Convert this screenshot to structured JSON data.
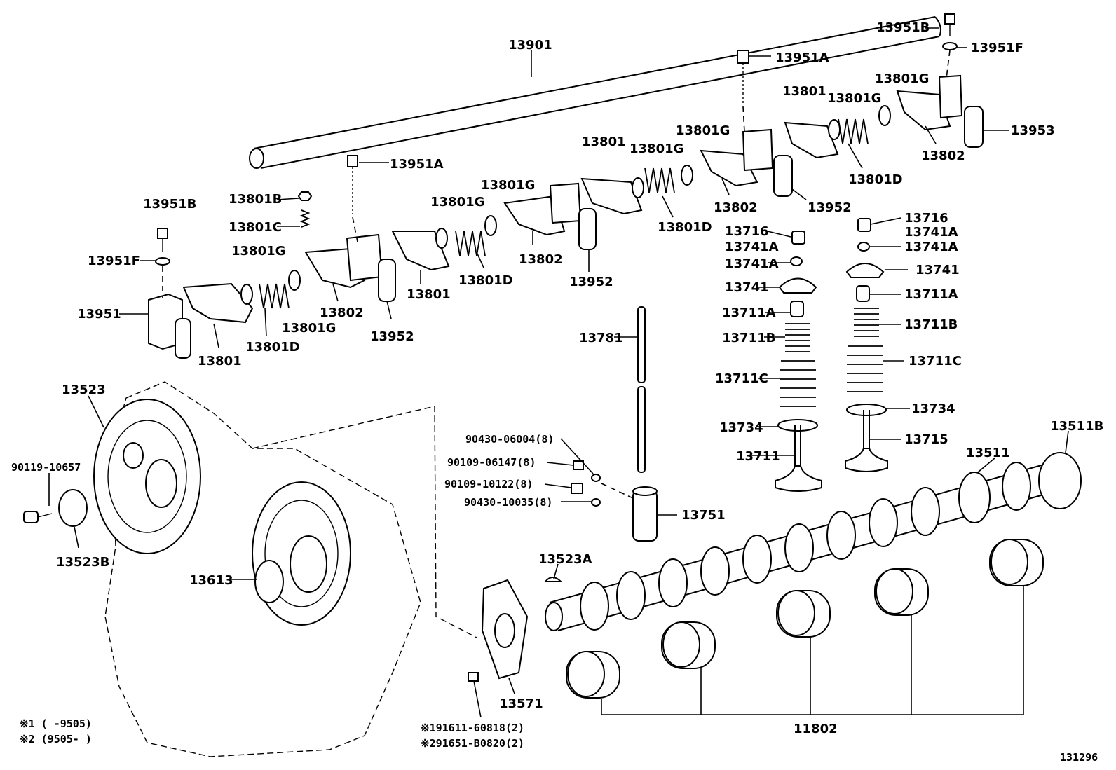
{
  "diagram_id": "131296",
  "labels": {
    "p13901": "13901",
    "p13951b_tr": "13951B",
    "p13951f_tr": "13951F",
    "p13951a_tr": "13951A",
    "p13801_tr": "13801",
    "p13801g_tr1": "13801G",
    "p13801g_tr2": "13801G",
    "p13953": "13953",
    "p13802_tr": "13802",
    "p13801d_tr": "13801D",
    "p13801g_mid1": "13801G",
    "p13801_mid": "13801",
    "p13801g_mid2": "13801G",
    "p13952_mid": "13952",
    "p13802_mid": "13802",
    "p13801d_mid": "13801D",
    "p13951a_l": "13951A",
    "p13801g_c": "13801G",
    "p13801g_c2": "13801G",
    "p13802_c": "13802",
    "p13952_c": "13952",
    "p13801d_c": "13801D",
    "p13801_c": "13801",
    "p13951b_l": "13951B",
    "p13801b": "13801B",
    "p13801c": "13801C",
    "p13951f_l": "13951F",
    "p13801g_l": "13801G",
    "p13951": "13951",
    "p13801_l": "13801",
    "p13801d_l": "13801D",
    "p13801g_l2": "13801G",
    "p13802_l": "13802",
    "p13952_l": "13952",
    "p13716_a": "13716",
    "p13741a_a1": "13741A",
    "p13741a_a2": "13741A",
    "p13741_a": "13741",
    "p13711a_a": "13711A",
    "p13711b_a": "13711B",
    "p13711c_a": "13711C",
    "p13734_a": "13734",
    "p13711": "13711",
    "p13716_b": "13716",
    "p13741a_b1": "13741A",
    "p13741a_b2": "13741A",
    "p13741_b": "13741",
    "p13711a_b": "13711A",
    "p13711b_b": "13711B",
    "p13711c_b": "13711C",
    "p13734_b": "13734",
    "p13715": "13715",
    "p13781": "13781",
    "p13751": "13751",
    "b90430_06004": "90430-06004(8)",
    "b90109_06147": "90109-06147(8)",
    "b90109_10122": "90109-10122(8)",
    "b90430_10035": "90430-10035(8)",
    "p13523": "13523",
    "b90119_10657": "90119-10657",
    "p13523b": "13523B",
    "p13613": "13613",
    "p13523a": "13523A",
    "p13571": "13571",
    "p13511": "13511",
    "p13511b": "13511B",
    "p11802": "11802",
    "b91611": "※191611-60818(2)",
    "b91651": "※291651-B0820(2)",
    "note1": "※1 (     -9505)",
    "note2": "※2 (9505-     )"
  }
}
